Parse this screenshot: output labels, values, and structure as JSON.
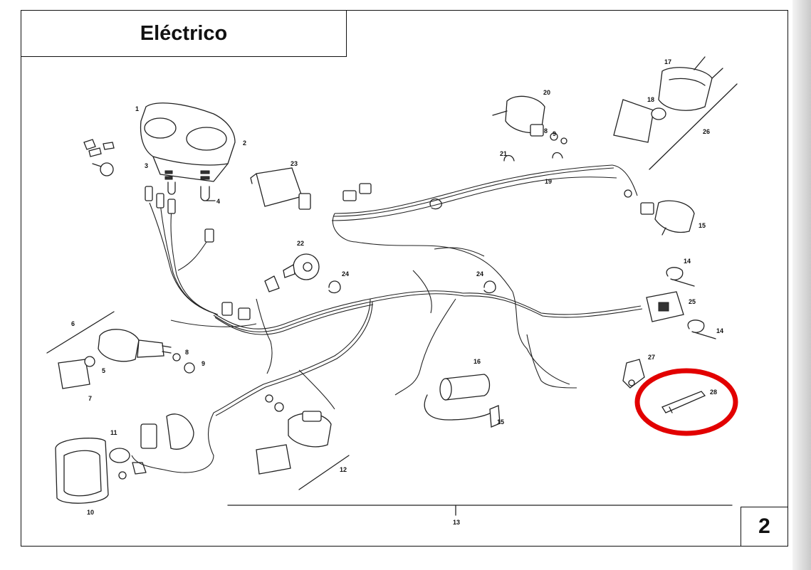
{
  "title": "Eléctrico",
  "page_number": "2",
  "callouts": [
    "1",
    "2",
    "3",
    "4",
    "5",
    "6",
    "7",
    "8",
    "9",
    "10",
    "11",
    "12",
    "13",
    "14",
    "15",
    "16",
    "17",
    "18",
    "19",
    "20",
    "21",
    "22",
    "23",
    "24",
    "25",
    "26",
    "27",
    "28"
  ],
  "colors": {
    "highlight": "#e20000",
    "ink": "#222222"
  }
}
